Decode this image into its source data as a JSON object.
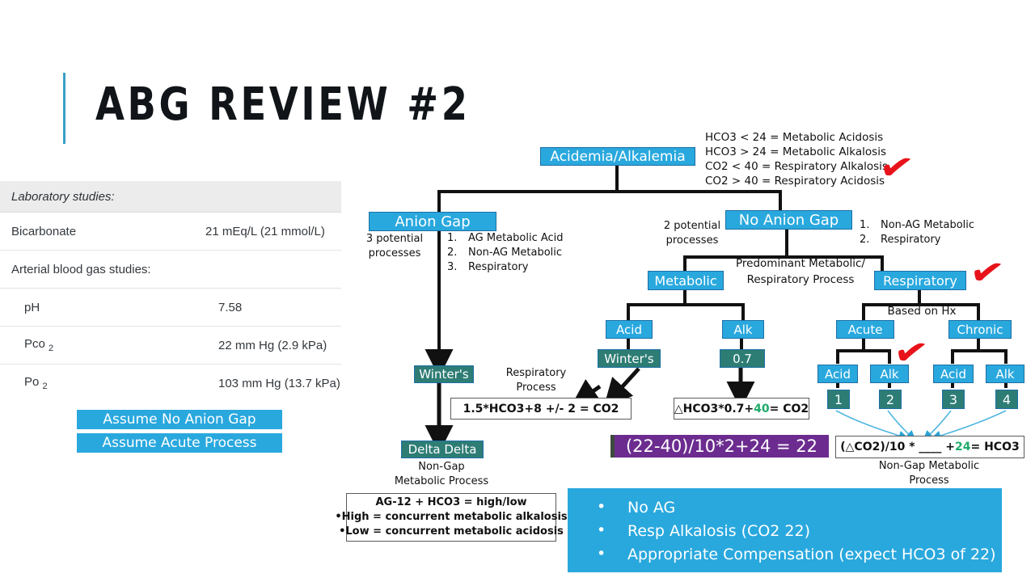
{
  "title": "ABG REVIEW #2",
  "lab_table": {
    "header": "Laboratory studies:",
    "rows": [
      {
        "label": "Bicarbonate",
        "value": "21 mEq/L (21 mmol/L)"
      },
      {
        "label": "Arterial blood gas studies:",
        "value": ""
      },
      {
        "label": "pH",
        "value": "7.58"
      },
      {
        "label": "Pco",
        "sub": "2",
        "value": "22 mm Hg (2.9 kPa)"
      },
      {
        "label": "Po",
        "sub": "2",
        "value": "103 mm Hg (13.7 kPa)"
      }
    ]
  },
  "assumptions": {
    "no_anion_gap": "Assume No Anion Gap",
    "acute_process": "Assume Acute Process"
  },
  "legend": [
    "HCO3 < 24 = Metabolic Acidosis",
    "HCO3 > 24 = Metabolic Alkalosis",
    "CO2 < 40 = Respiratory Alkalosis",
    "CO2 > 40 = Respiratory Acidosis"
  ],
  "flow": {
    "root": "Acidemia/Alkalemia",
    "anion_gap": {
      "node": "Anion Gap",
      "processes_line1": "3 potential",
      "processes_line2": "processes",
      "list": [
        {
          "n": "1.",
          "t": "AG Metabolic Acid"
        },
        {
          "n": "2.",
          "t": "Non-AG Metabolic"
        },
        {
          "n": "3.",
          "t": "Respiratory"
        }
      ],
      "winters": "Winter's",
      "resp_process_l1": "Respiratory",
      "resp_process_l2": "Process",
      "formula": "1.5*HCO3+8 +/- 2 = CO2",
      "delta_delta": "Delta Delta",
      "nongap_l1": "Non-Gap",
      "nongap_l2": "Metabolic Process",
      "agbox": [
        "AG-12 + HCO3 = high/low",
        "•High = concurrent metabolic alkalosis",
        "•Low = concurrent metabolic acidosis"
      ]
    },
    "no_anion_gap": {
      "node": "No Anion Gap",
      "processes_line1": "2 potential",
      "processes_line2": "processes",
      "list": [
        {
          "n": "1.",
          "t": "Non-AG Metabolic"
        },
        {
          "n": "2.",
          "t": "Respiratory"
        }
      ],
      "predominant_l1": "Predominant Metabolic/",
      "predominant_l2": "Respiratory Process",
      "metabolic": "Metabolic",
      "respiratory": "Respiratory",
      "met_acid": "Acid",
      "met_alk": "Alk",
      "winters": "Winter's",
      "alk_factor": "0.7",
      "formula_left": "1.5*HCO3+8 +/- 2 = CO2",
      "formula_right_a": "△HCO3*0.7+",
      "formula_right_green": "40",
      "formula_right_b": "= CO2",
      "based_on_hx": "Based on Hx",
      "acute": "Acute",
      "chronic": "Chronic",
      "acute_acid": "Acid",
      "acute_alk": "Alk",
      "chronic_acid": "Acid",
      "chronic_alk": "Alk",
      "nums": [
        "1",
        "2",
        "3",
        "4"
      ],
      "hco3_formula_a": "(△CO2)/10 * ____ + ",
      "hco3_formula_green": "24",
      "hco3_formula_b": " = HCO3",
      "nongap_met_l1": "Non-Gap Metabolic",
      "nongap_met_l2": "Process"
    }
  },
  "worked_answer": "(22-40)/10*2+24 = 22",
  "conclusion": [
    "No AG",
    "Resp Alkalosis (CO2 22)",
    "Appropriate Compensation (expect HCO3 of  22)"
  ],
  "checkmark": "✔",
  "colors": {
    "accent_blue": "#29a8de",
    "teal": "#2e7d75",
    "purple": "#6c2c8f",
    "check_red": "#e8131a",
    "green_text": "#1faa6a",
    "title_rule": "#3a9fc4"
  }
}
